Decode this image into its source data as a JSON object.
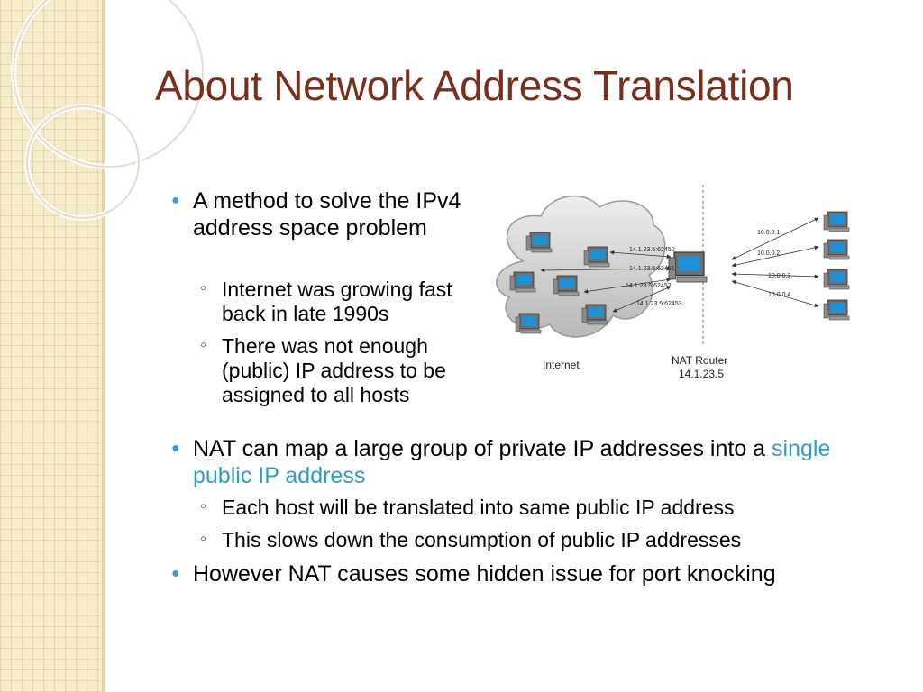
{
  "title": "About Network Address Translation",
  "bullets": [
    {
      "text": "A method to solve the IPv4 address space problem",
      "subs": [
        "Internet was growing fast back in late 1990s",
        "There was not enough (public) IP address to be assigned to all hosts"
      ]
    },
    {
      "text_before": "NAT can map a large group of private IP addresses into a ",
      "highlight": "single public IP address",
      "subs": [
        "Each host will be translated into same public IP address",
        "This slows down the consumption of public IP addresses"
      ]
    },
    {
      "text": "However NAT causes some hidden issue for port knocking"
    }
  ],
  "diagram": {
    "cloud_label": "Internet",
    "router_label": "NAT Router",
    "router_ip": "14.1.23.5",
    "public_ports": [
      "14.1.23.5:62450",
      "14.1.23.5:62451",
      "14.1.23.5:62452",
      "14.1.23.5:62453"
    ],
    "private_ips": [
      "10.0.0.1",
      "10.0.0.2",
      "10.0.0.3",
      "10.0.0.4"
    ]
  },
  "colors": {
    "title": "#7a2e1c",
    "bullet": "#3b9ec9",
    "highlight": "#2f9ec4",
    "sidebar": "#f6edcc"
  }
}
